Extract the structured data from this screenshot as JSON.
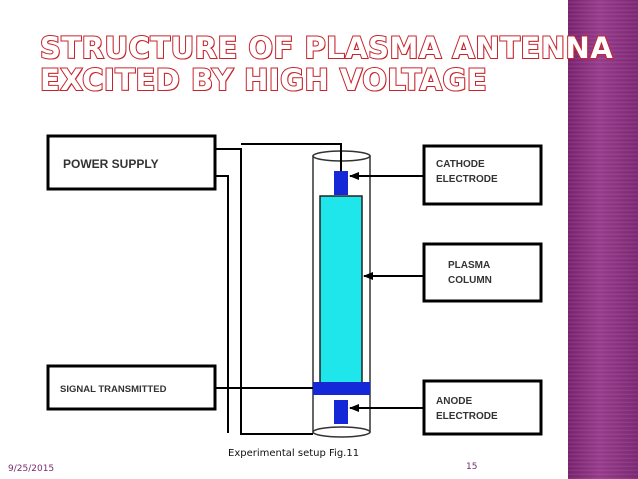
{
  "slide": {
    "title_line1": "STRUCTURE OF PLASMA ANTENNA",
    "title_line2": "EXCITED BY HIGH VOLTAGE",
    "caption": "Experimental setup Fig.11",
    "date": "9/25/2015",
    "page_number": "15"
  },
  "diagram": {
    "power_supply": "POWER SUPPLY",
    "signal_transmitted": "SIGNAL TRANSMITTED",
    "cathode_line1": "CATHODE",
    "cathode_line2": "ELECTRODE",
    "plasma_line1": "PLASMA",
    "plasma_line2": "COLUMN",
    "anode_line1": "ANODE",
    "anode_line2": "ELECTRODE"
  },
  "colors": {
    "title_outline": "#c7252c",
    "side_band": "#8a2f7e",
    "plasma_fill": "#1ee6ea",
    "electrode_fill": "#1428d8"
  }
}
